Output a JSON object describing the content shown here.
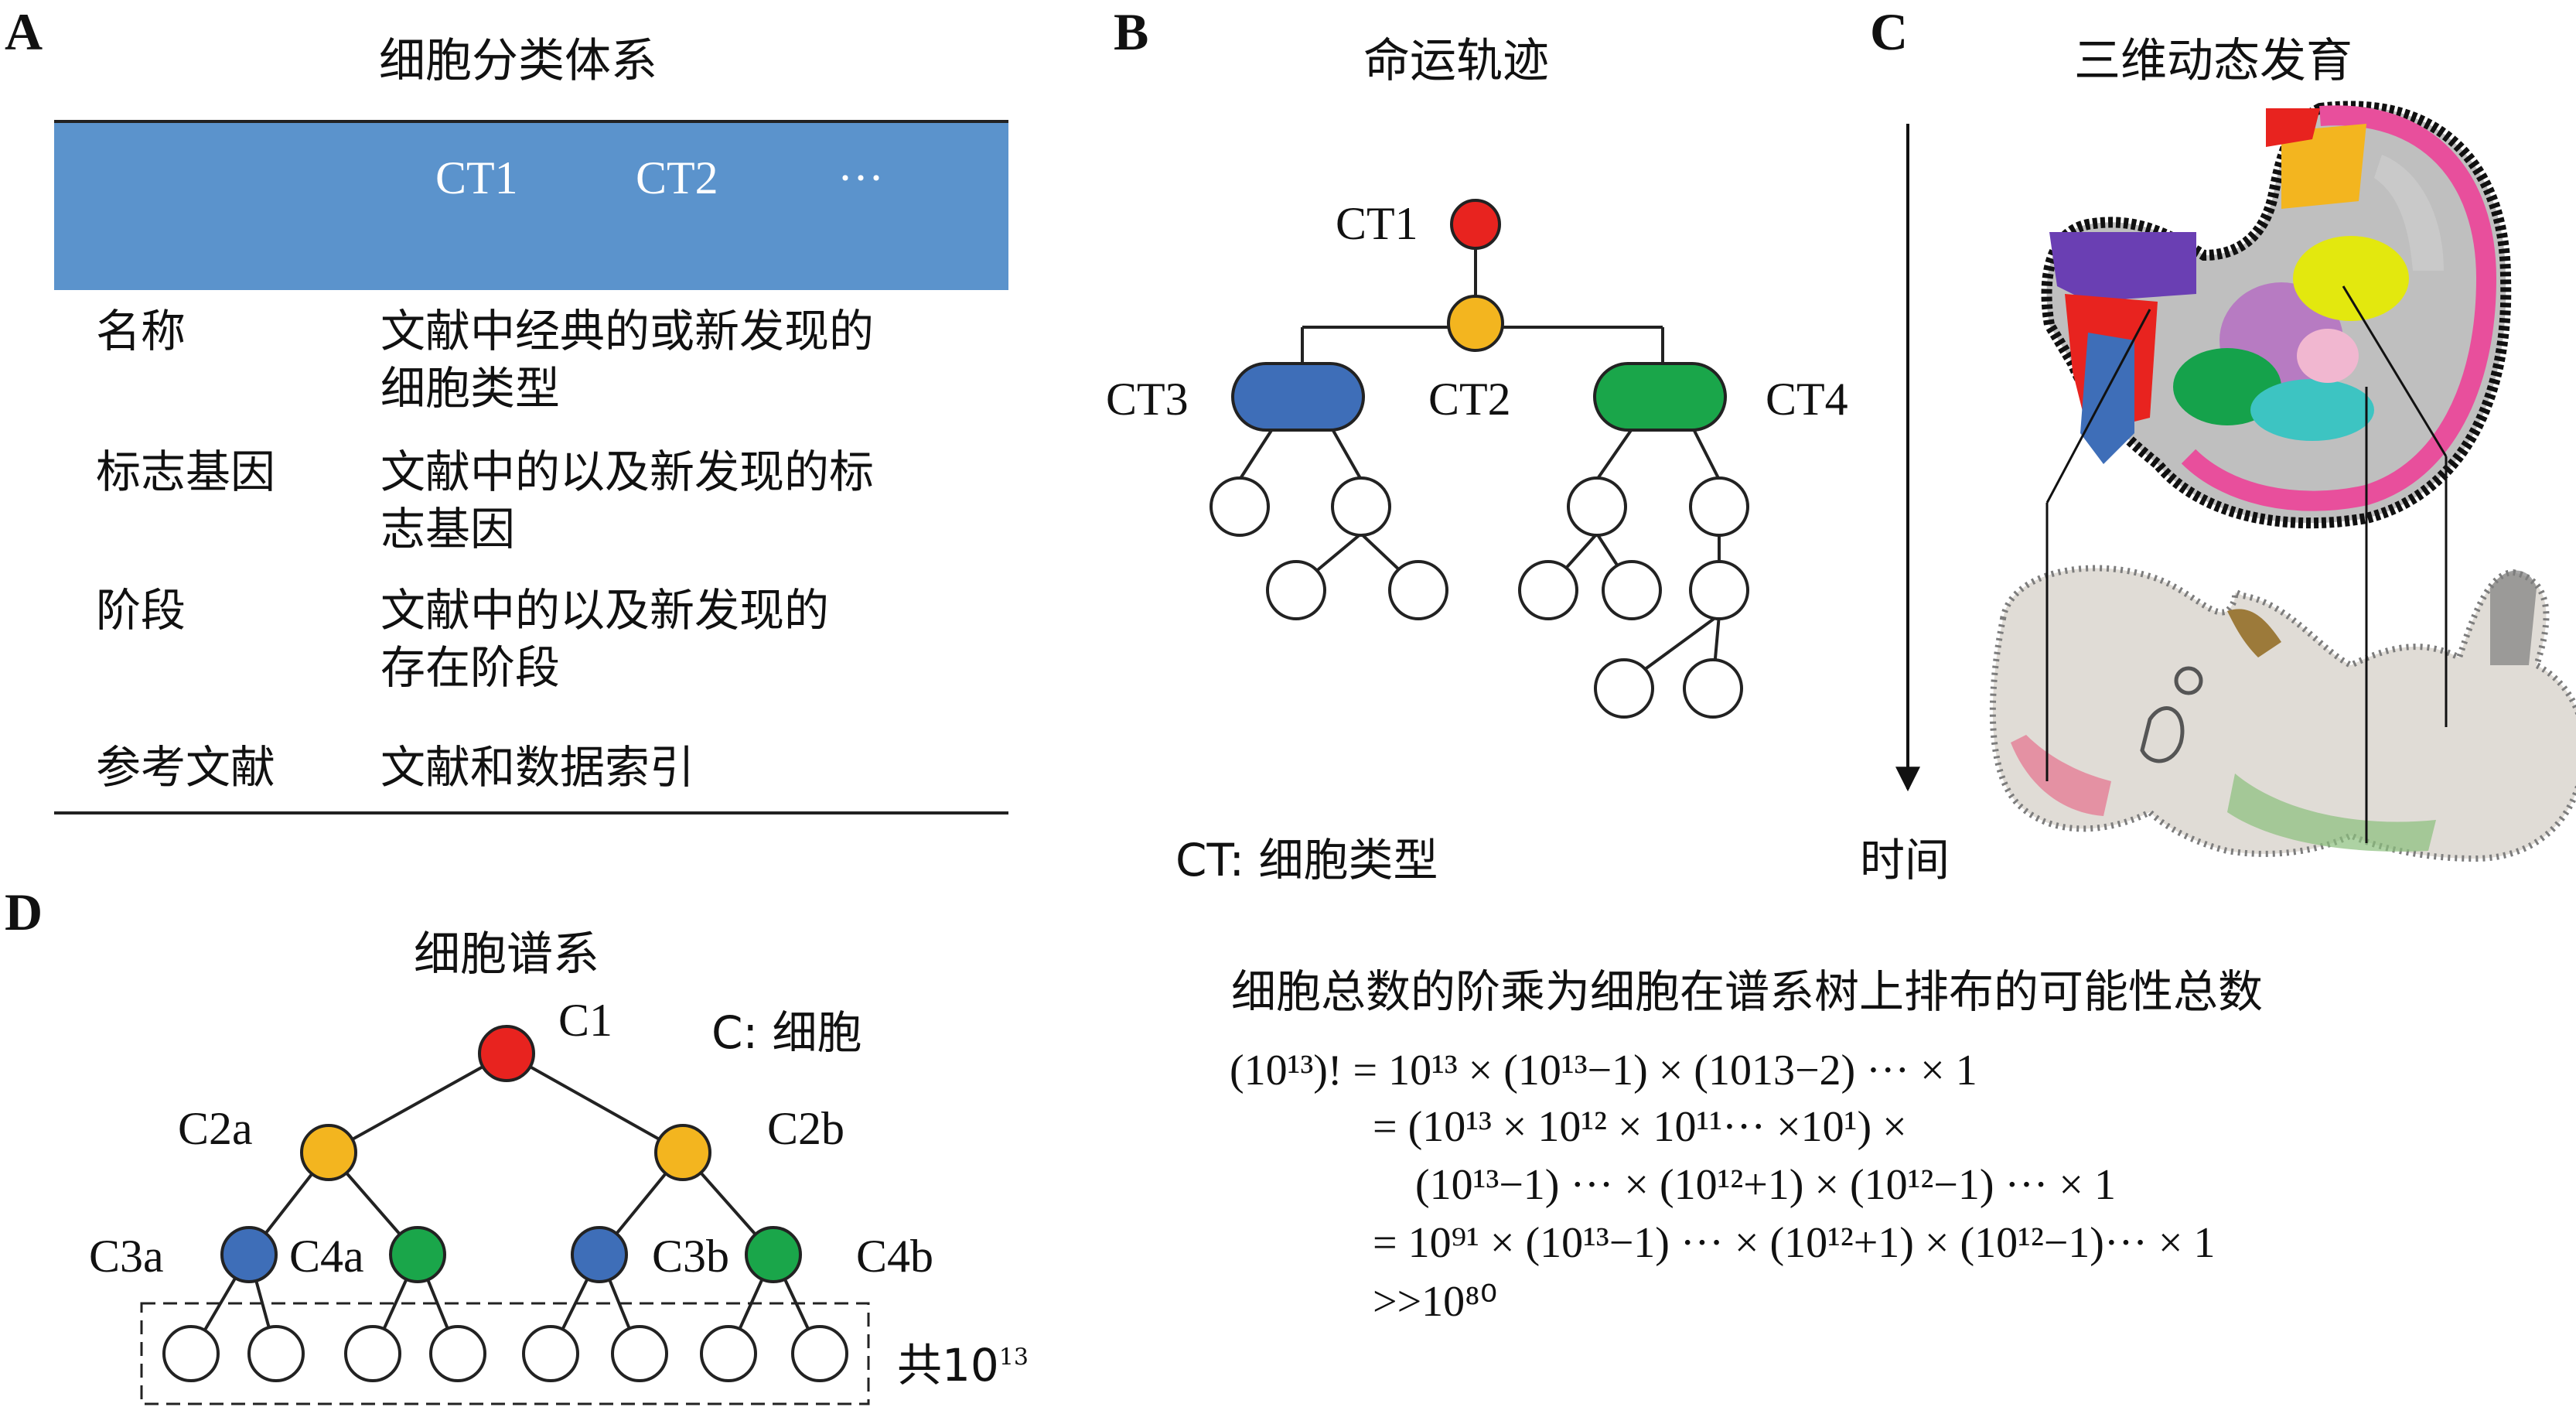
{
  "panelA": {
    "letter": "A",
    "title": "细胞分类体系",
    "header_cols": [
      "CT1",
      "CT2",
      "···"
    ],
    "rows": [
      {
        "key": "名称",
        "value_lines": [
          "文献中经典的或新发现的",
          "细胞类型"
        ]
      },
      {
        "key": "标志基因",
        "value_lines": [
          "文献中的以及新发现的标",
          "志基因"
        ]
      },
      {
        "key": "阶段",
        "value_lines": [
          "文献中的以及新发现的",
          "存在阶段"
        ]
      },
      {
        "key": "参考文献",
        "value_lines": [
          "文献和数据索引"
        ]
      }
    ],
    "header_color": "#5b93cc"
  },
  "panelB": {
    "letter": "B",
    "title": "命运轨迹",
    "nodes": {
      "ct1": "CT1",
      "ct2": "CT2",
      "ct3": "CT3",
      "ct4": "CT4"
    },
    "legend": "CT: 细胞类型",
    "colors": {
      "ct1": "#e8231f",
      "ct2": "#f3b51f",
      "ct3": "#3e6eb8",
      "ct4": "#1aa64a"
    }
  },
  "panelC": {
    "letter": "C",
    "title": "三维动态发育",
    "axis_label": "时间"
  },
  "panelD": {
    "letter": "D",
    "title": "细胞谱系",
    "nodes": {
      "c1": "C1",
      "c2a": "C2a",
      "c2b": "C2b",
      "c3a": "C3a",
      "c4a": "C4a",
      "c3b": "C3b",
      "c4b": "C4b"
    },
    "legend": "C: 细胞",
    "total_label": "共10",
    "total_exp": "13"
  },
  "formula": {
    "caption": "细胞总数的阶乘为细胞在谱系树上排布的可能性总数",
    "line1": "(10¹³)! = 10¹³ × (10¹³−1) × (1013−2) ··· × 1",
    "line2": "= (10¹³ × 10¹² × 10¹¹··· ×10¹) ×",
    "line3": "(10¹³−1) ··· × (10¹²+1) × (10¹²−1) ··· × 1",
    "line4": "= 10⁹¹ × (10¹³−1) ··· × (10¹²+1) × (10¹²−1)··· × 1",
    "line5": ">>10⁸⁰"
  }
}
